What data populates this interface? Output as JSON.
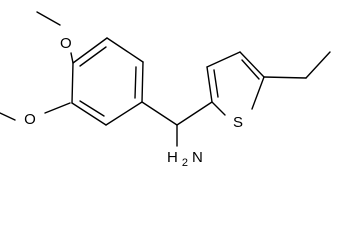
{
  "molecule": {
    "atom_labels": {
      "methoxy_top_oxygen": "O",
      "methoxy_left_oxygen": "O",
      "thiophene_sulfur": "S",
      "amine_nitrogen": "N",
      "amine_hydrogen": "H",
      "amine_h_count": "2"
    }
  }
}
